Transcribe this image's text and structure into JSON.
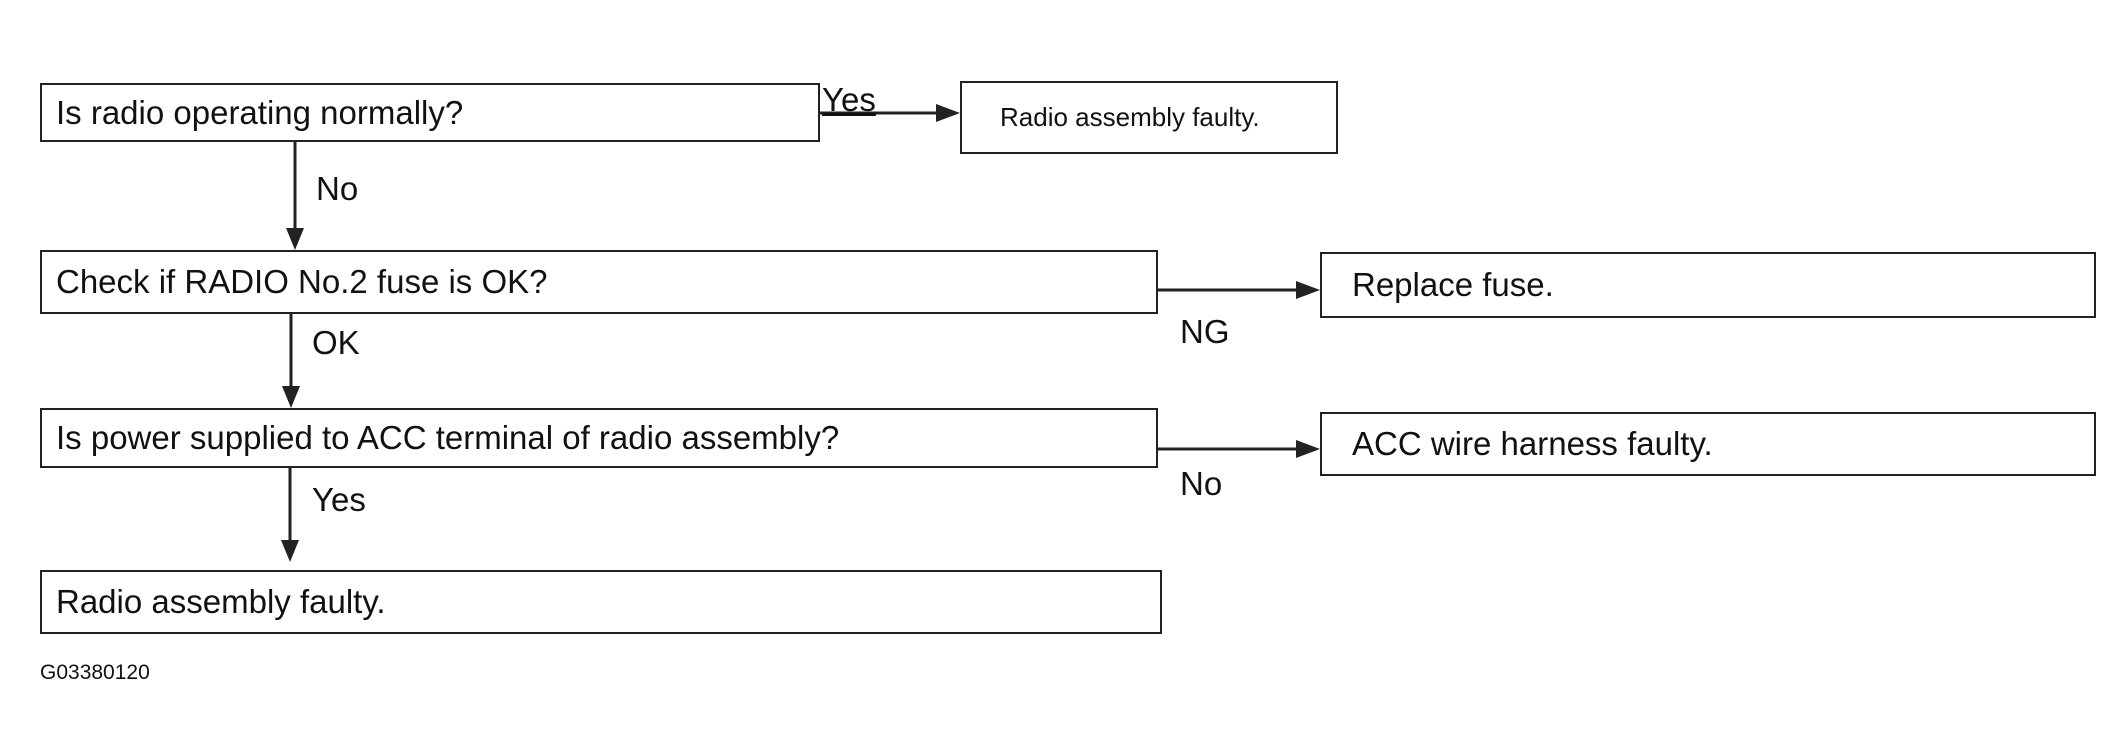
{
  "steps": [
    {
      "text": "Is radio operating normally?"
    },
    {
      "text": "Check if RADIO No.2 fuse is OK?"
    },
    {
      "text": "Is power supplied to ACC terminal of radio assembly?"
    },
    {
      "text": "Radio assembly faulty."
    }
  ],
  "outcomes": [
    {
      "text": "Radio assembly faulty."
    },
    {
      "text": "Replace fuse."
    },
    {
      "text": "ACC wire harness faulty."
    }
  ],
  "branch_labels": {
    "step1_yes": "Yes",
    "step1_no": "No",
    "step2_ng": "NG",
    "step2_ok": "OK",
    "step3_no": "No",
    "step3_yes": "Yes"
  },
  "figure_id": "G03380120",
  "colors": {
    "line": "#222222",
    "background": "#ffffff"
  }
}
